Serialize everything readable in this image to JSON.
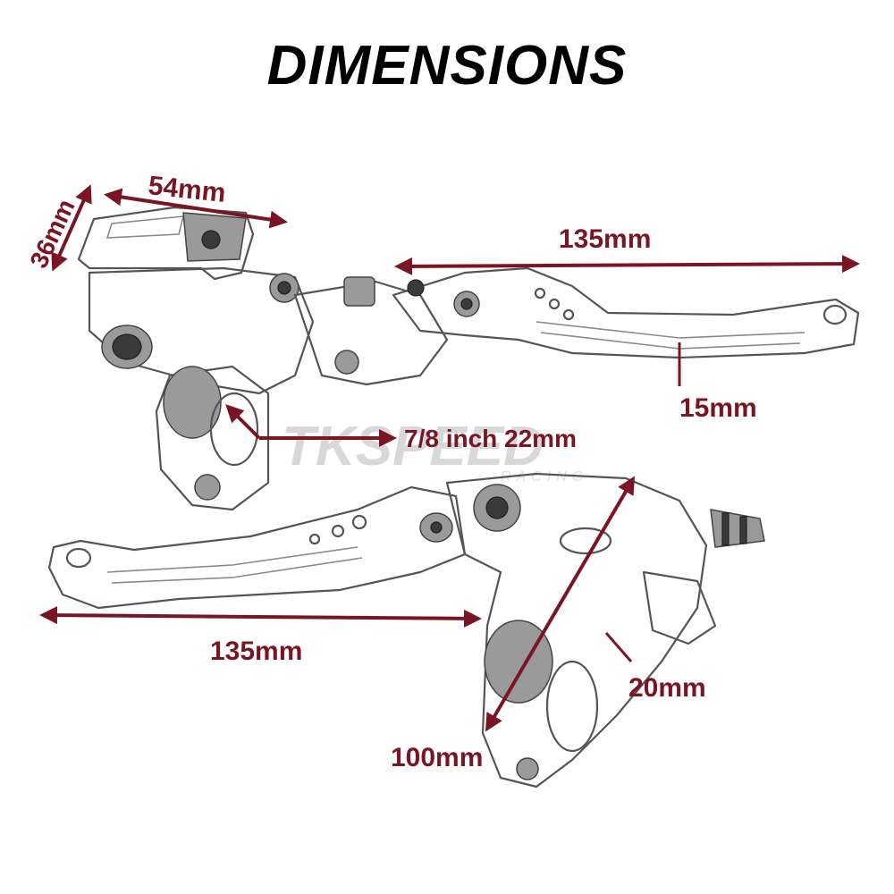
{
  "title": "DIMENSIONS",
  "watermark": {
    "brand": "TKSPEED",
    "sub": "RACING"
  },
  "dimensions": {
    "reservoir_height": "36mm",
    "reservoir_width": "54mm",
    "top_lever_length": "135mm",
    "lever_width": "15mm",
    "bar_diameter": "7/8 inch 22mm",
    "bottom_lever_length": "135mm",
    "clamp_width": "20mm",
    "body_height": "100mm"
  },
  "colors": {
    "dimension_red": "#7a1523",
    "sketch_gray": "#555555"
  }
}
